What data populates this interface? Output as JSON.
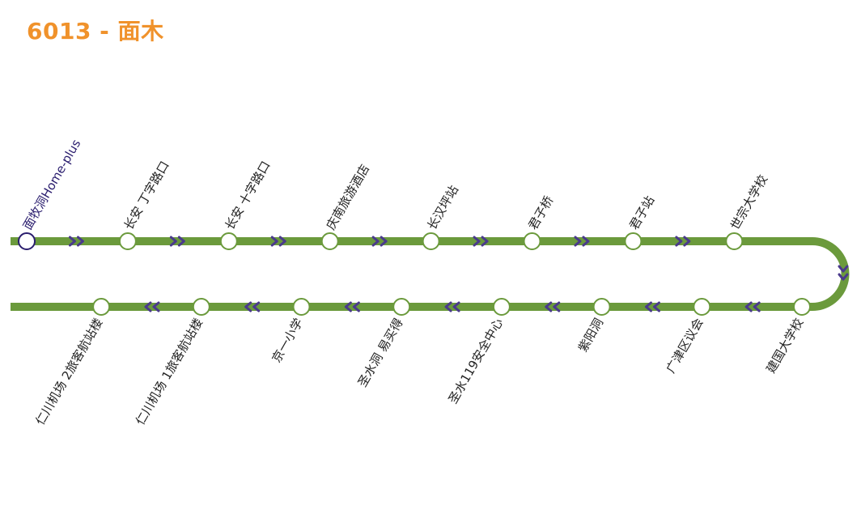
{
  "route": {
    "number": "6013",
    "separator": " - ",
    "name": "面木"
  },
  "colors": {
    "line": "#6b9a3c",
    "origin": "#2a1d6e",
    "arrow": "#4a3a8c",
    "title": "#f0922b"
  },
  "stations_outbound": [
    "面牧洞Home-plus",
    "长安 丁字路口",
    "长安 十字路口",
    "庆南旅游酒店",
    "长汉坪站",
    "君子桥",
    "君子站",
    "世宗大学校"
  ],
  "stations_return": [
    "建国大学校",
    "广津区议会",
    "紫阳洞",
    "圣水119安全中心",
    "圣水洞 易买得",
    "京一小学",
    "仁川机场 1旅客航站楼",
    "仁川机场 2旅客航站楼"
  ],
  "icons": {
    "arrow_outbound": "double-chevron-right-icon",
    "arrow_return": "double-chevron-left-icon",
    "arrow_turn": "double-chevron-down-icon"
  }
}
